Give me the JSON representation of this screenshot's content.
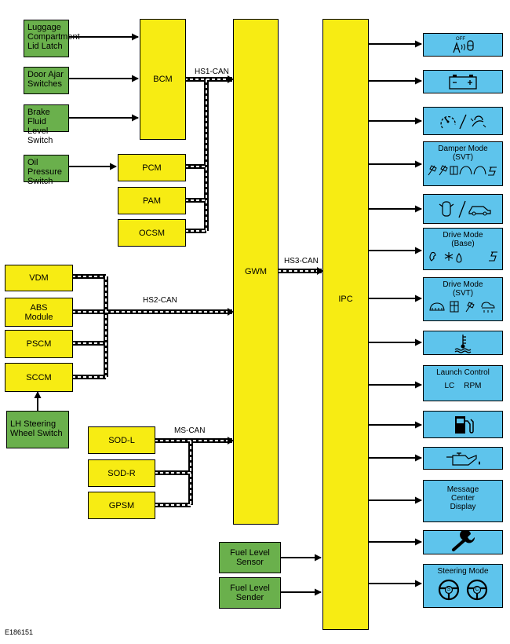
{
  "inputs": {
    "luggage": "Luggage\nCompartment\nLid Latch",
    "door_ajar": "Door Ajar\nSwitches",
    "brake_fluid": "Brake Fluid\nLevel Switch",
    "oil_pressure": "Oil Pressure\nSwitch",
    "lh_steering": "LH Steering\nWheel Switch",
    "fuel_sensor": "Fuel Level\nSensor",
    "fuel_sender": "Fuel Level\nSender"
  },
  "modules": {
    "bcm": "BCM",
    "pcm": "PCM",
    "pam": "PAM",
    "ocsm": "OCSM",
    "vdm": "VDM",
    "abs": "ABS\nModule",
    "pscm": "PSCM",
    "sccm": "SCCM",
    "sod_l": "SOD-L",
    "sod_r": "SOD-R",
    "gpsm": "GPSM",
    "gwm": "GWM",
    "ipc": "IPC"
  },
  "buses": {
    "hs1": "HS1-CAN",
    "hs2": "HS2-CAN",
    "hs3": "HS3-CAN",
    "ms": "MS-CAN"
  },
  "outputs": {
    "off_label": "OFF",
    "damper_mode": "Damper Mode\n(SVT)",
    "drive_mode_base": "Drive Mode\n(Base)",
    "drive_mode_svt": "Drive Mode\n(SVT)",
    "launch_control": "Launch Control",
    "lc": "LC",
    "rpm": "RPM",
    "message_center": "Message\nCenter\nDisplay",
    "steering_mode": "Steering Mode",
    "steer_s": "S",
    "steer_c": "C"
  },
  "figure_id": "E186151"
}
